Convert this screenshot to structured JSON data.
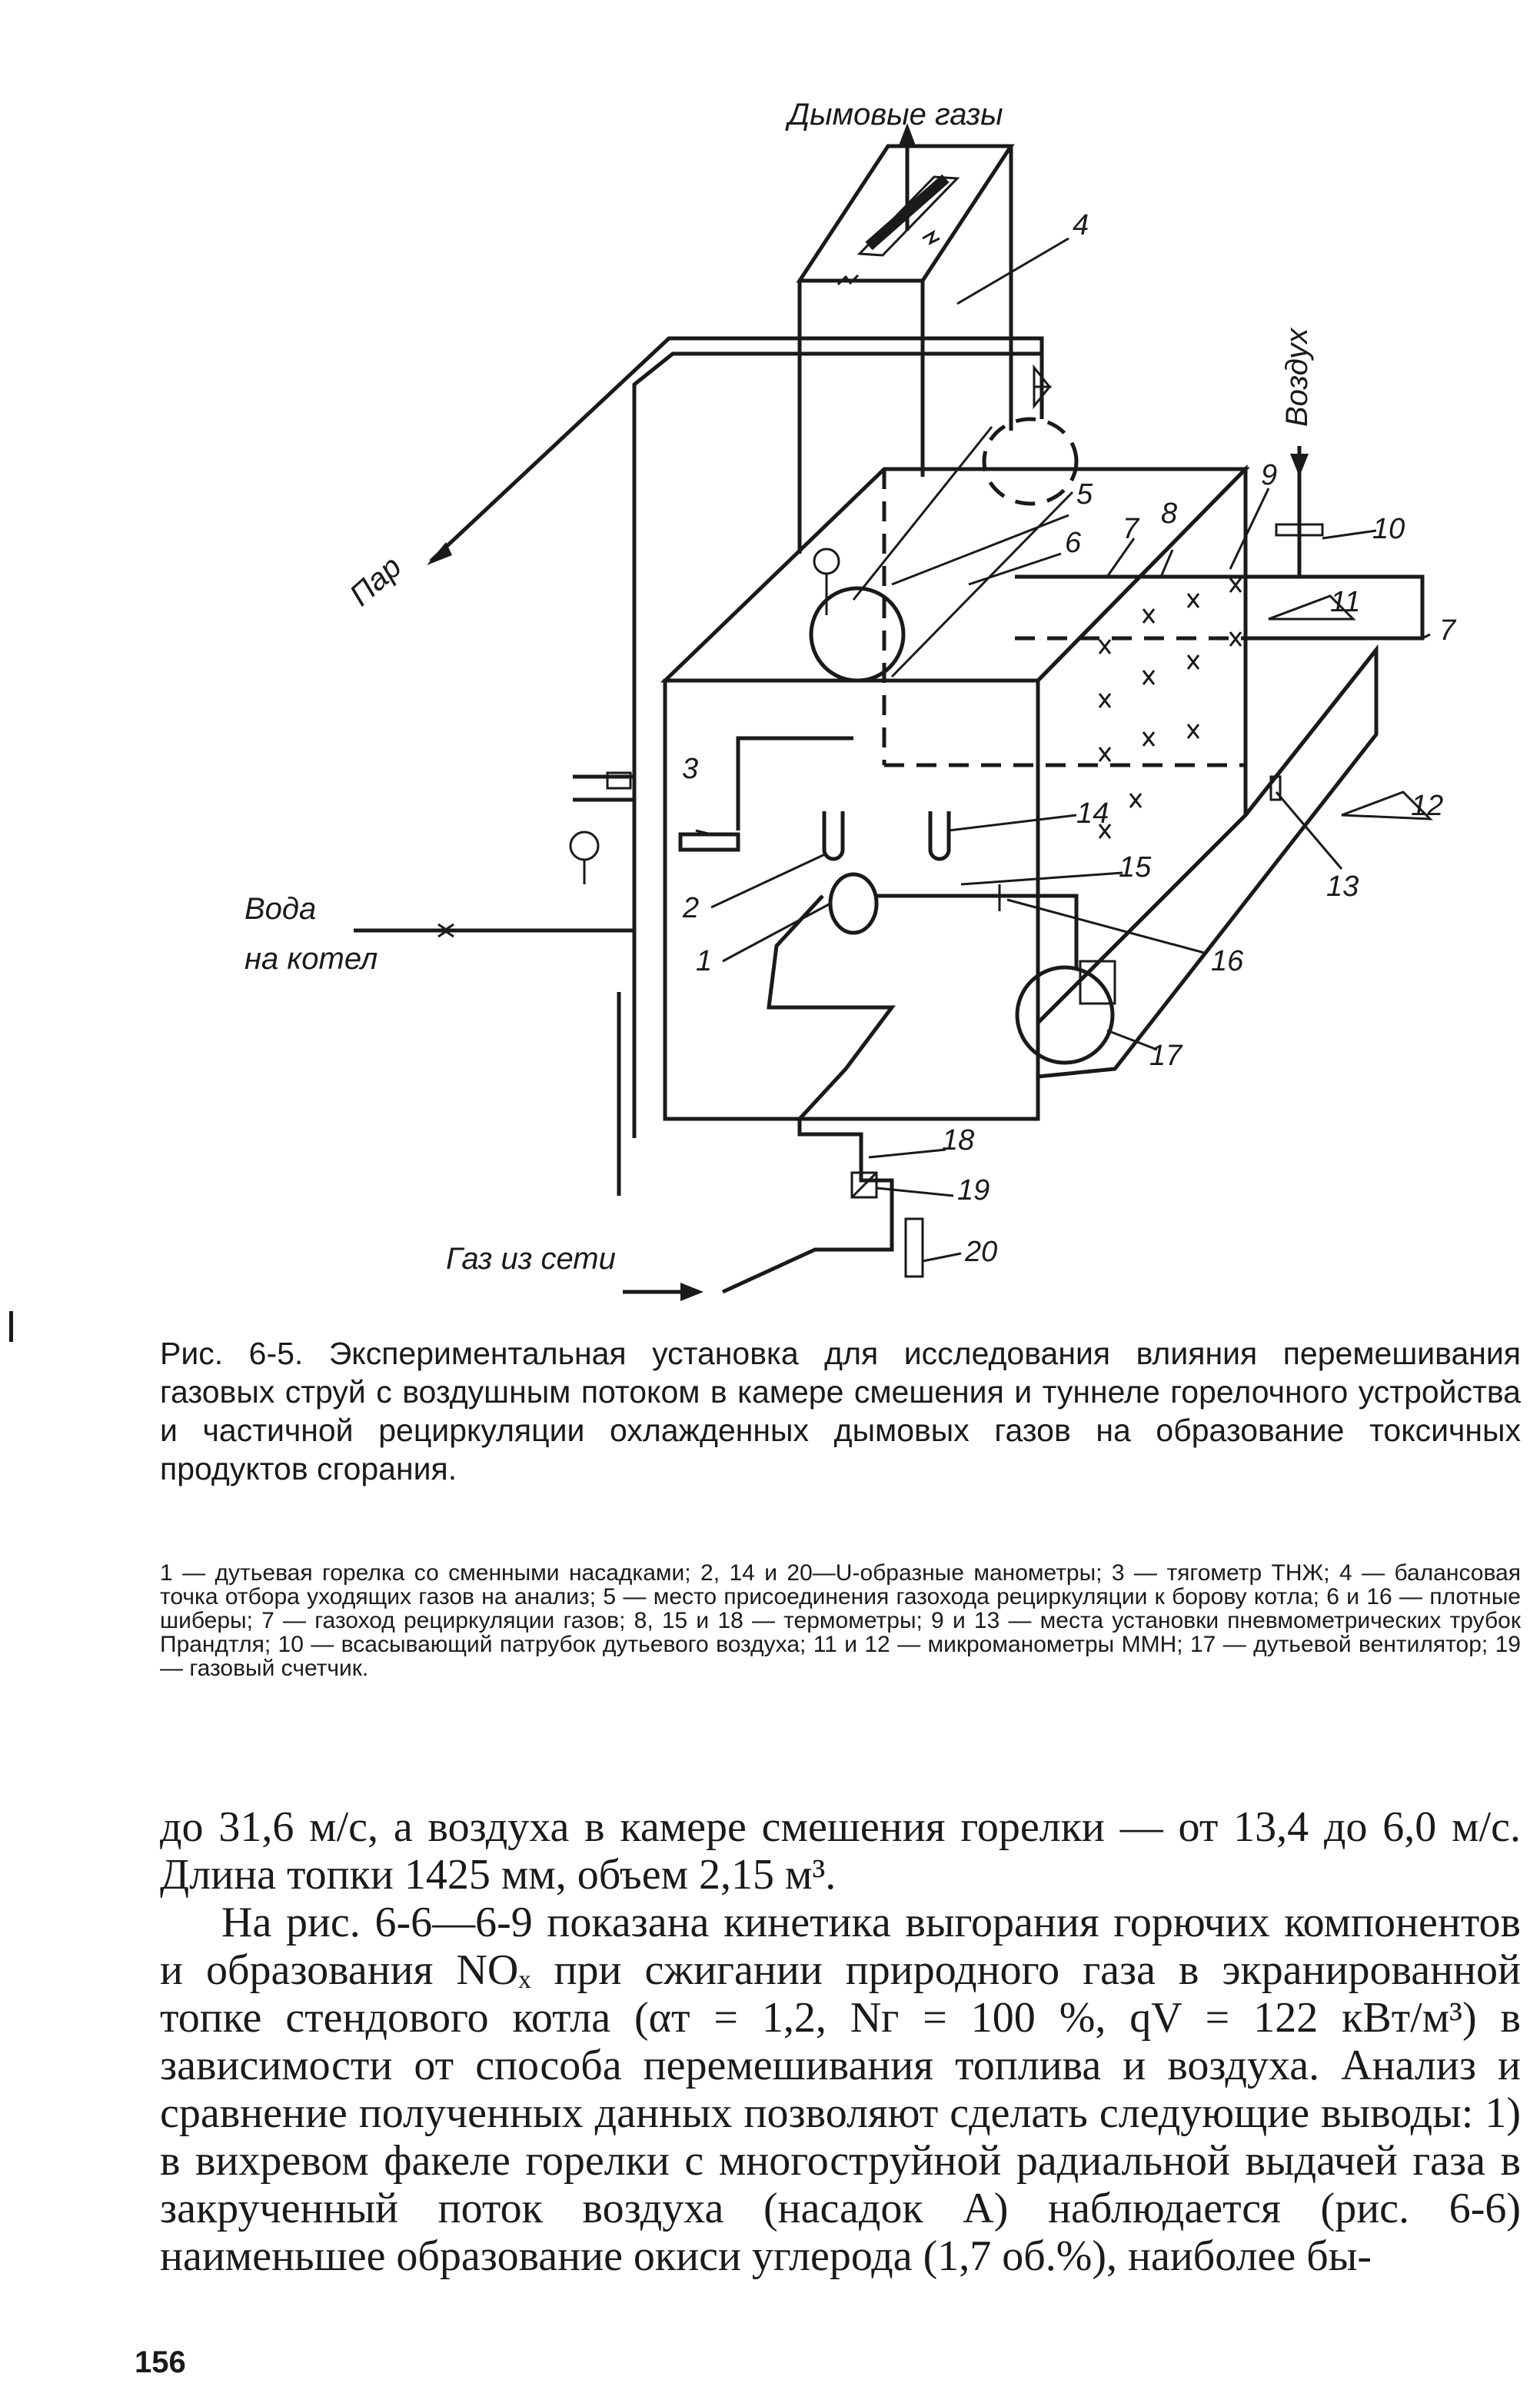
{
  "figure": {
    "labels": {
      "flue_gases": "Дымовые газы",
      "air": "Воздух",
      "steam": "Пар",
      "water_1": "Вода",
      "water_2": "на котел",
      "gas_supply": "Газ из сети"
    },
    "numbers": {
      "n1": "1",
      "n2": "2",
      "n3": "3",
      "n4": "4",
      "n5": "5",
      "n6": "6",
      "n7a": "7",
      "n7b": "7",
      "n8": "8",
      "n9": "9",
      "n10": "10",
      "n11": "11",
      "n12": "12",
      "n13": "13",
      "n14": "14",
      "n15": "15",
      "n16": "16",
      "n17": "17",
      "n18": "18",
      "n19": "19",
      "n20": "20"
    }
  },
  "caption": "Рис. 6-5. Экспериментальная установка для исследования влияния перемешивания газовых струй с воздушным потоком в камере смешения и туннеле горелочного устройства и частичной рециркуляции охлажденных дымовых газов на образование токсичных продуктов сгорания.",
  "legend": "1 — дутьевая горелка со сменными насадками; 2, 14 и 20—U-образные манометры; 3 — тягометр ТНЖ; 4 — балансовая точка отбора уходящих газов на анализ; 5 — место присоединения газохода рециркуляции к борову котла; 6 и 16 — плотные шиберы; 7 — газоход рециркуляции газов; 8, 15 и 18 — термометры; 9 и 13 — места установки пневмометрических трубок Прандтля; 10 — всасывающий патрубок дутьевого воздуха; 11 и 12 — микроманометры ММН; 17 — дутьевой вентилятор; 19 — газовый счетчик.",
  "body": {
    "paragraph_1": "до 31,6 м/с, а воздуха в камере смешения горелки — от 13,4 до 6,0 м/с. Длина топки 1425 мм, объем 2,15 м³.",
    "paragraph_2": "На рис. 6-6—6-9 показана кинетика выгорания горючих компонентов и образования NOₓ при сжигании природного газа в экранированной топке стендового котла (αт = 1,2, Nг = 100 %, qV = 122 кВт/м³) в зависимости от способа перемешивания топлива и воздуха. Анализ и сравнение полученных данных позволяют сделать следующие выводы: 1) в вихревом факеле горелки с многоструйной радиальной выдачей газа в закрученный поток воздуха (насадок А) наблюдается (рис. 6-6) наименьшее образование окиси углерода (1,7 об.%), наиболее бы-"
  },
  "page_number": "156"
}
